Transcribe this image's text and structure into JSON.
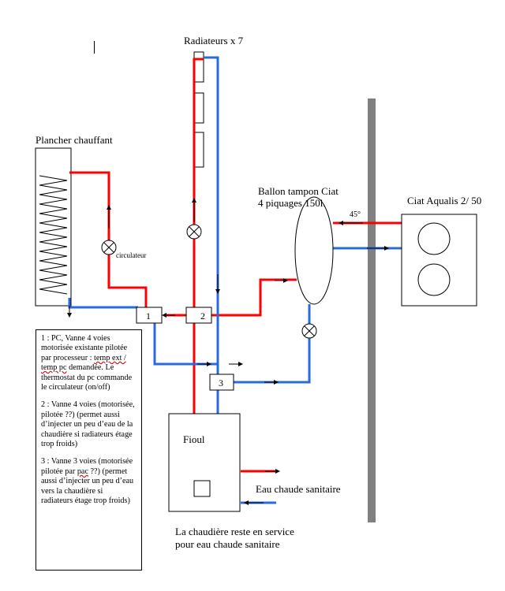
{
  "labels": {
    "radiators": "Radiateurs x 7",
    "floor_heating": "Plancher chauffant",
    "circulator": "circulateur",
    "buffer_tank_line1": "Ballon tampon Ciat",
    "buffer_tank_line2": "4 piquages 150l.",
    "heat_pump": "Ciat Aqualis 2/ 50",
    "angle": "45°",
    "boiler": "Fioul",
    "dhw": "Eau chaude sanitaire",
    "boiler_note_line1": "La chaudière reste en service",
    "boiler_note_line2": "pour eau chaude sanitaire"
  },
  "valves": {
    "v1": "1",
    "v2": "2",
    "v3": "3"
  },
  "notes": {
    "n1_a": "1 : PC, Vanne 4 voies motorisée existante pilotée par processeur :",
    "n1_b": "temp ext / temp pc",
    "n1_c": "demandée. Le thermostat du pc commande le circulateur (on/off)",
    "n2": "2 : Vanne 4 voies (motorisée, pilotée ??) (permet aussi d’injecter un peu d’eau de la chaudière si radiateurs étage trop froids)",
    "n3_a": "3 : Vanne 3 voies (motorisée pilotée par",
    "n3_b": "pac",
    "n3_c": "??) (permet aussi d’injecter un peu d’eau vers la chaudière si radiateurs étage trop froids)"
  },
  "colors": {
    "hot": "#ff0000",
    "cold": "#2a6bdc",
    "wall": "#808080"
  }
}
